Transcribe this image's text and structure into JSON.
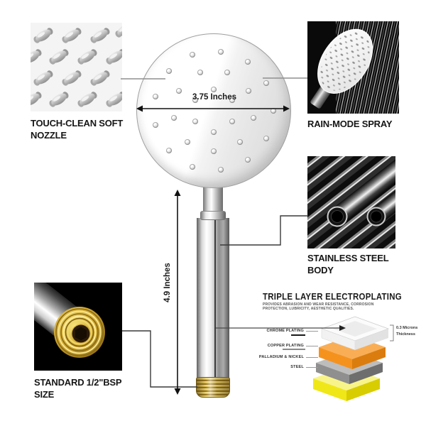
{
  "callouts": {
    "nozzle": {
      "line1": "TOUCH-CLEAN SOFT",
      "line2": "NOZZLE"
    },
    "rain": {
      "line1": "RAIN-MODE SPRAY"
    },
    "steel": {
      "line1": "STAINLESS STEEL",
      "line2": "BODY"
    },
    "bsp": {
      "line1": "STANDARD 1/2\"BSP",
      "line2": "SIZE"
    }
  },
  "measurements": {
    "diameter": "3.75 Inches",
    "height": "4.9 Inches"
  },
  "electroplating": {
    "title": "TRIPLE LAYER ELECTROPLATING",
    "subtitle": "PROVIDES ABRASION AND WEAR RESISTANCE, CORROSION PROTECTION, LUBRICITY, AESTHETIC QUALITIES.",
    "thickness_line1": "0.3 Microns",
    "thickness_line2": "Thickness",
    "layers": [
      {
        "label": "CHROME PLATING",
        "color": "#f2f2f2"
      },
      {
        "label": "COPPER PLATING",
        "color": "#f5921e"
      },
      {
        "label": "PALLADIUM & NICKEL",
        "color": "#8f8f8f"
      },
      {
        "label": "STEEL",
        "color": "#f0e718"
      }
    ]
  },
  "icons": {
    "nozzle_photo": "nozzle-pattern-photo",
    "rain_photo": "rain-spray-photo",
    "steel_photo": "stainless-tubes-photo",
    "bsp_photo": "brass-connector-photo",
    "layer_stack": "layer-stack-3d"
  },
  "colors": {
    "copper": "#f5921e",
    "nickel_gray": "#8f8f8f",
    "steel_yellow": "#f0e718",
    "line_gray": "#8f8f8f",
    "line_dark": "#3a3a3a",
    "text": "#161616"
  }
}
